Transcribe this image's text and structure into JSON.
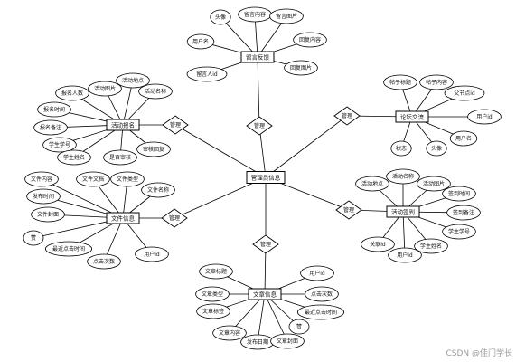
{
  "diagram": {
    "center": "管理员信息",
    "entities": [
      {
        "id": "reply",
        "name": "留言反馈",
        "relation": "管理",
        "attributes": [
          "头像",
          "留言内容",
          "留言图片",
          "用户名",
          "回复内容",
          "留言人id",
          "回复图片"
        ]
      },
      {
        "id": "forum",
        "name": "论坛交流",
        "relation": "管理",
        "attributes": [
          "帖子标题",
          "帖子内容",
          "父节点id",
          "用户id",
          "用户名",
          "头像",
          "状态"
        ]
      },
      {
        "id": "signup",
        "name": "活动报名",
        "relation": "管理",
        "attributes": [
          "报名人数",
          "活动图片",
          "活动地点",
          "活动名称",
          "报名时间",
          "报名备注",
          "学生学号",
          "学生姓名",
          "是否审核",
          "审核回复"
        ]
      },
      {
        "id": "checkin",
        "name": "活动签到",
        "relation": "管理",
        "attributes": [
          "活动地点",
          "活动名称",
          "活动图片",
          "签到时间",
          "签到备注",
          "学生学号",
          "学生姓名",
          "用户id",
          "关联id"
        ]
      },
      {
        "id": "fileinfo",
        "name": "文件信息",
        "relation": "管理",
        "attributes": [
          "文件内容",
          "文件文档",
          "文件类型",
          "文件名称",
          "发布时间",
          "文件封面",
          "赞",
          "最近点击时间",
          "点击次数",
          "用户id"
        ]
      },
      {
        "id": "article",
        "name": "文章信息",
        "relation": "管理",
        "attributes": [
          "文章标题",
          "用户id",
          "文章类型",
          "点击次数",
          "文章标签",
          "最近点击时间",
          "赞",
          "文章内容",
          "发布日期",
          "文章封面"
        ]
      }
    ]
  },
  "watermark": "CSDN @佳门学长",
  "colors": {
    "stroke": "#000000",
    "fill": "#ffffff",
    "watermark": "#9a9a9a"
  }
}
